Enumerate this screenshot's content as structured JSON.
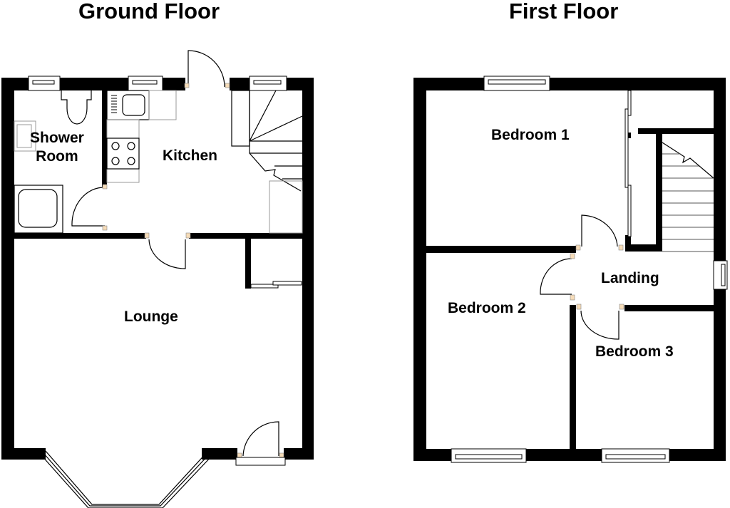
{
  "floors": [
    {
      "id": "ground",
      "title": "Ground Floor",
      "rooms": [
        {
          "name": "Shower Room",
          "line1": "Shower",
          "line2": "Room"
        },
        {
          "name": "Kitchen"
        },
        {
          "name": "Lounge"
        }
      ]
    },
    {
      "id": "first",
      "title": "First Floor",
      "rooms": [
        {
          "name": "Bedroom 1"
        },
        {
          "name": "Bedroom 2"
        },
        {
          "name": "Landing"
        },
        {
          "name": "Bedroom 3"
        }
      ]
    }
  ],
  "colors": {
    "wall": "#000000",
    "hinge": "#f6dcb8",
    "fixture_outline": "#999999",
    "background": "#ffffff"
  }
}
